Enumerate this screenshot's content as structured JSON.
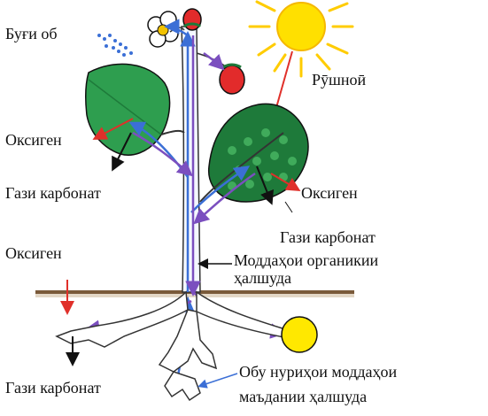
{
  "labels": {
    "vapor": "Буғи об",
    "light": "Рӯшноӣ",
    "oxygen_left": "Оксиген",
    "co2_left": "Гази карбонат",
    "oxygen_right": "Оксиген",
    "co2_right": "Гази карбонат",
    "oxygen_root": "Оксиген",
    "organic_line1": "Моддаҳои органикии",
    "organic_line2": "ҳалшуда",
    "co2_root": "Гази карбонат",
    "minerals_line1": "Обу нуриҳои моддаҳои",
    "minerals_line2": "маъдании ҳалшуда"
  },
  "colors": {
    "sun": "#FFE000",
    "ray": "#FFCC00",
    "leaf": "#2E9E4F",
    "leaf_dark": "#1E7A3A",
    "soil": "#7A5A3A",
    "water_flow": "#3B6FD6",
    "organic_flow": "#7B4FBF",
    "oxygen_arrow": "#E0302A",
    "co2_arrow": "#111111",
    "fruit": "#E22B2B",
    "tuber": "#FFE800"
  }
}
